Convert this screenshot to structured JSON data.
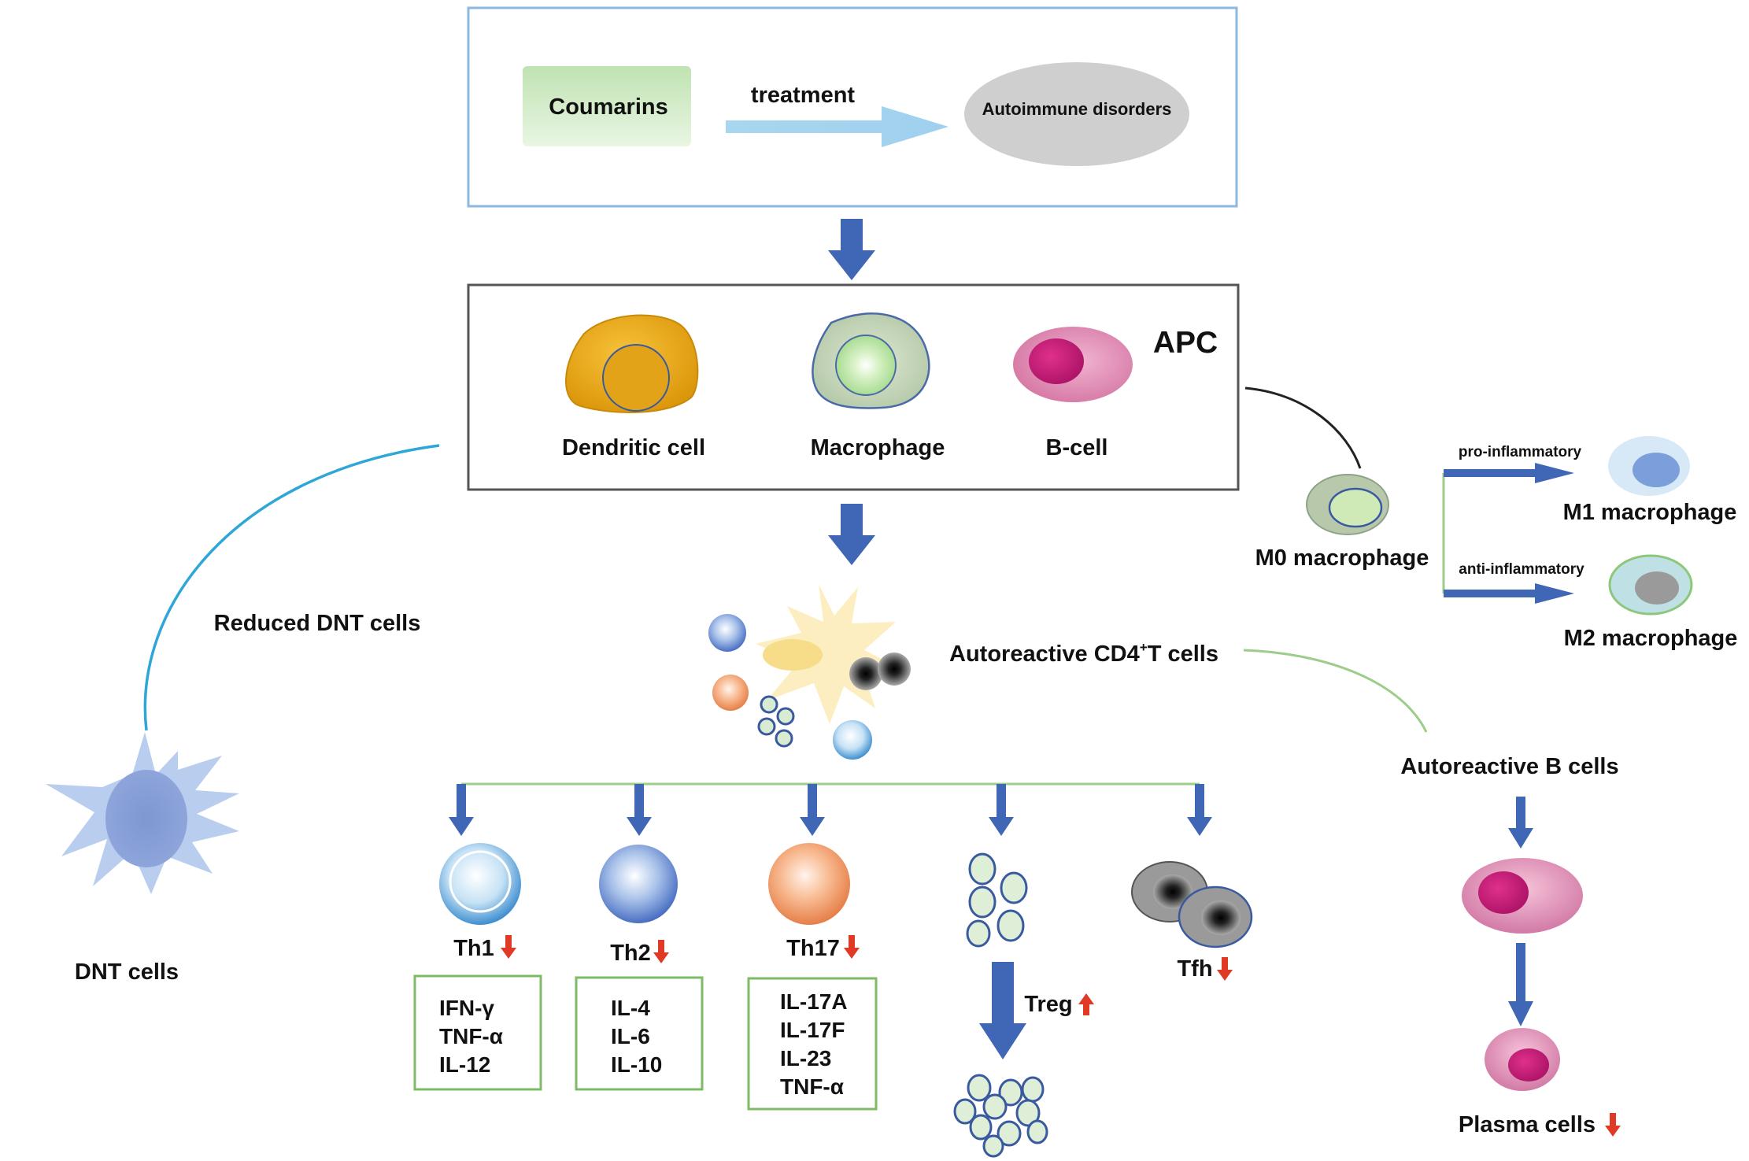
{
  "top_box": {
    "coumarins": "Coumarins",
    "treatment": "treatment",
    "autoimmune": "Autoimmune disorders"
  },
  "apc": {
    "title": "APC",
    "dendritic": "Dendritic cell",
    "macrophage": "Macrophage",
    "bcell": "B-cell"
  },
  "macrophages": {
    "m0": "M0 macrophage",
    "pro": "pro-inflammatory",
    "anti": "anti-inflammatory",
    "m1": "M1 macrophage",
    "m2": "M2 macrophage"
  },
  "dnt": {
    "reduced": "Reduced DNT cells",
    "label": "DNT cells"
  },
  "cd4": {
    "prefix": "Autoreactive CD4",
    "sup": "+",
    "suffix": "T cells"
  },
  "b_cells": {
    "autoreactive": "Autoreactive B cells",
    "plasma": "Plasma cells"
  },
  "subsets": {
    "th1": {
      "label": "Th1",
      "cytokines": [
        "IFN-γ",
        "TNF-α",
        "IL-12"
      ]
    },
    "th2": {
      "label": "Th2",
      "cytokines": [
        "IL-4",
        "IL-6",
        "IL-10"
      ]
    },
    "th17": {
      "label": "Th17",
      "cytokines": [
        "IL-17A",
        "IL-17F",
        "IL-23",
        "TNF-α"
      ]
    },
    "treg": {
      "label": "Treg"
    },
    "tfh": {
      "label": "Tfh"
    }
  },
  "colors": {
    "arrow_blue": "#3f67b5",
    "down_red": "#e03a26",
    "cyan_curve": "#2ea6d8",
    "green_line": "#9ccd8a",
    "box_green": "#7dbb67",
    "top_border": "#8bb9e0",
    "apc_border": "#555555"
  }
}
